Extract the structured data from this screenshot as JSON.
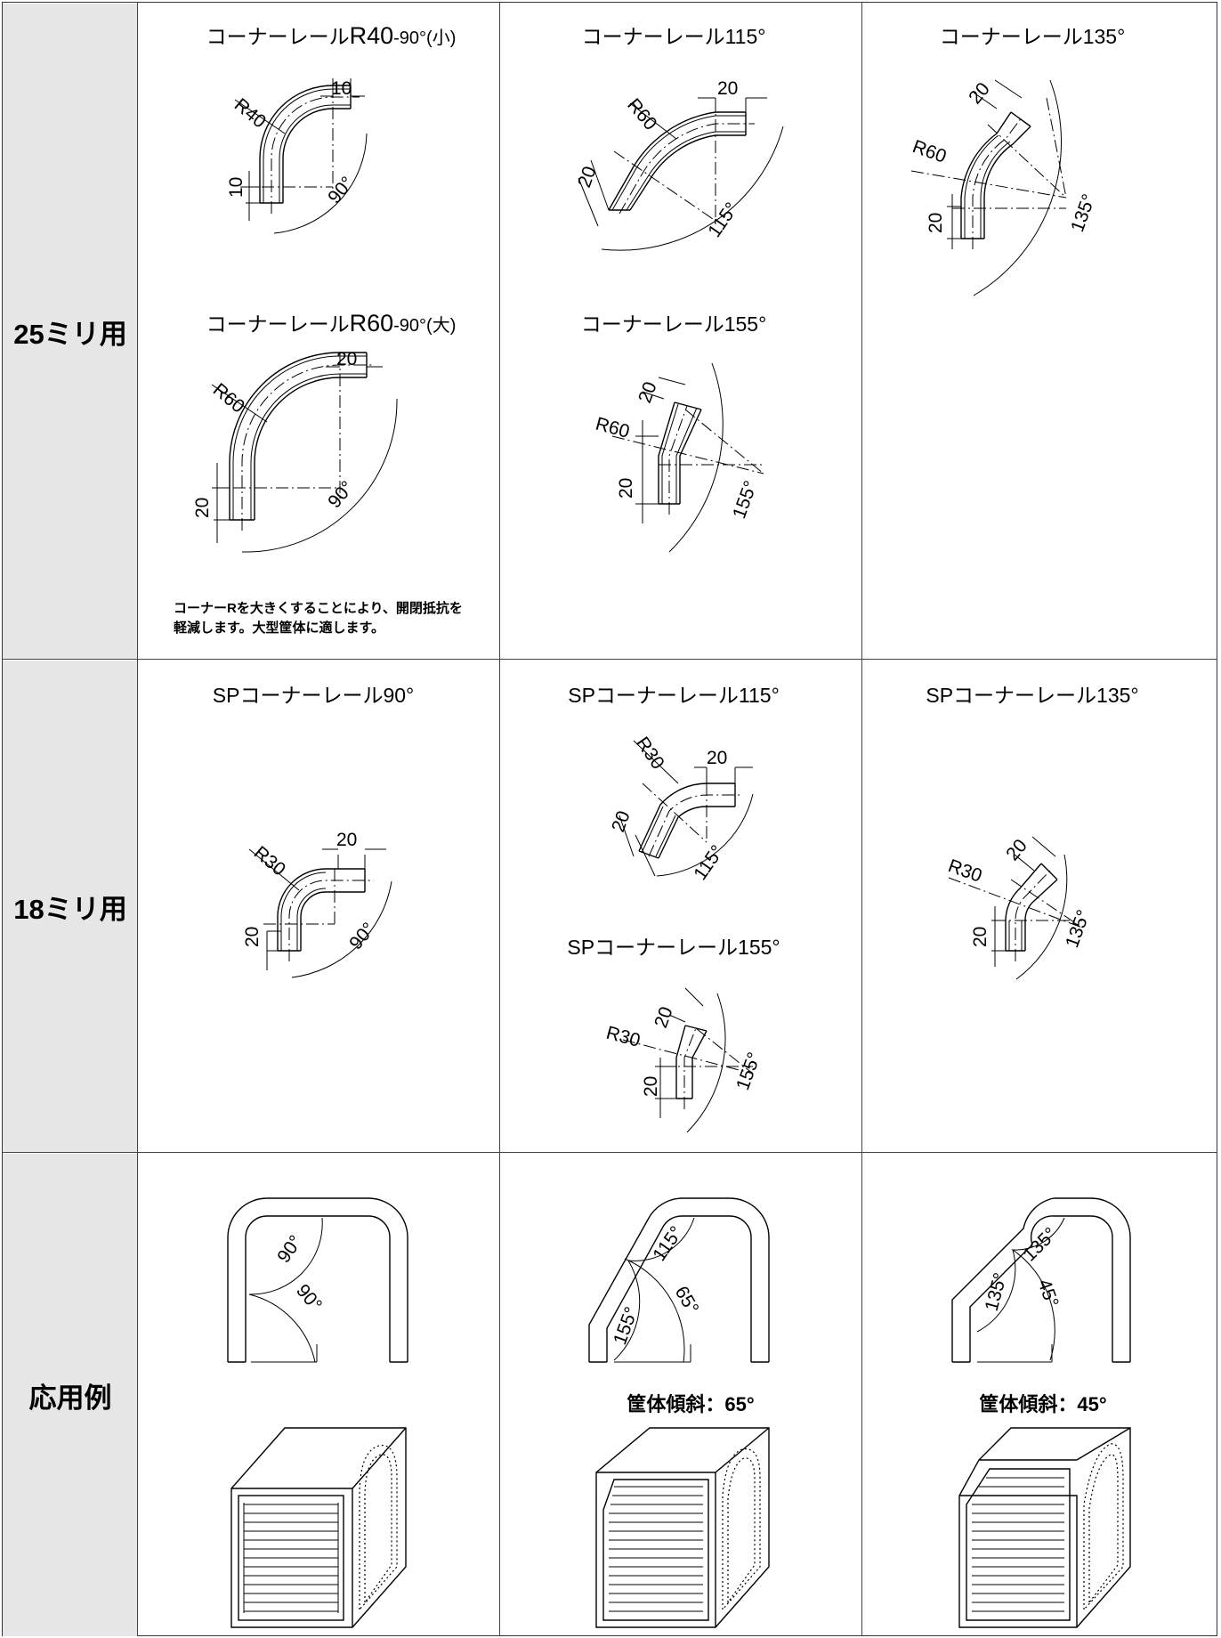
{
  "rows": {
    "r1": "25ミリ用",
    "r2": "18ミリ用",
    "r3": "応用例"
  },
  "titles": {
    "r40_pre": "コーナーレール",
    "r40_big": "R40",
    "r40_post": "-90°",
    "r40_tag": "(小)",
    "r60_pre": "コーナーレール",
    "r60_big": "R60",
    "r60_post": "-90°",
    "r60_tag": "(大)",
    "c115": "コーナーレール115°",
    "c135": "コーナーレール135°",
    "c155": "コーナーレール155°",
    "sp90": "SPコーナーレール90°",
    "sp115": "SPコーナーレール115°",
    "sp135": "SPコーナーレール135°",
    "sp155": "SPコーナーレール155°"
  },
  "note": {
    "line1": "コーナーRを大きくすることにより、開閉抵抗を",
    "line2": "軽減します。大型筐体に適します。"
  },
  "captions": {
    "tilt65": "筐体傾斜：65°",
    "tilt45": "筐体傾斜：45°"
  },
  "dims": {
    "r40": "R40",
    "r60": "R60",
    "r30": "R30",
    "d10": "10",
    "d20": "20",
    "a90": "90°",
    "a115": "115°",
    "a135": "135°",
    "a155": "155°",
    "a65": "65°",
    "a45": "45°"
  }
}
